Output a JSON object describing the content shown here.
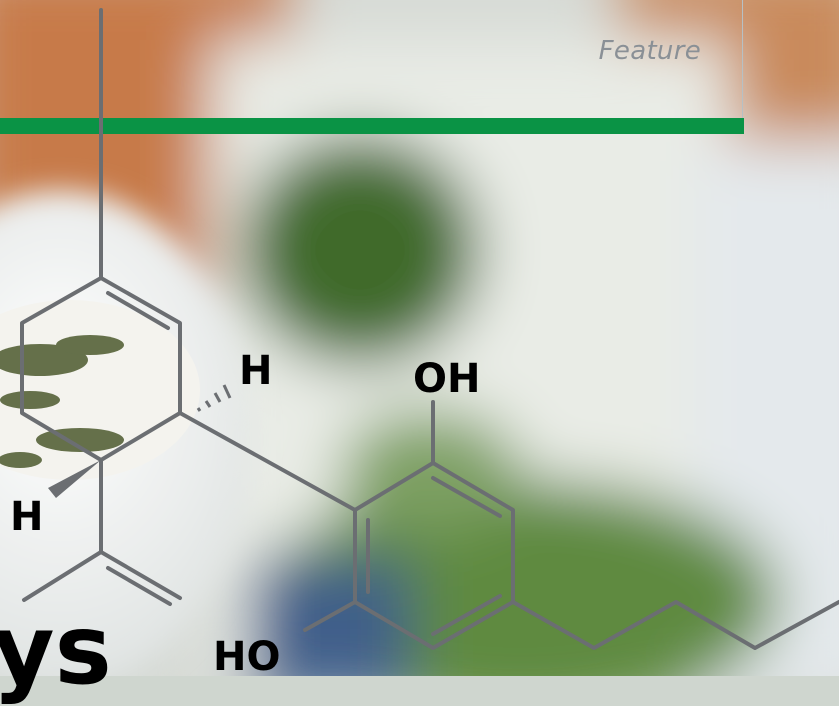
{
  "header": {
    "section_label": "Feature"
  },
  "colors": {
    "accent_bar": "#0a9345",
    "bond": "#6b6e72",
    "label": "#000000"
  },
  "molecule": {
    "atoms": {
      "h_upper": "H",
      "oh": "OH",
      "h_lower": "H",
      "ho": "HO"
    }
  },
  "headline": {
    "fragment": "ys"
  }
}
